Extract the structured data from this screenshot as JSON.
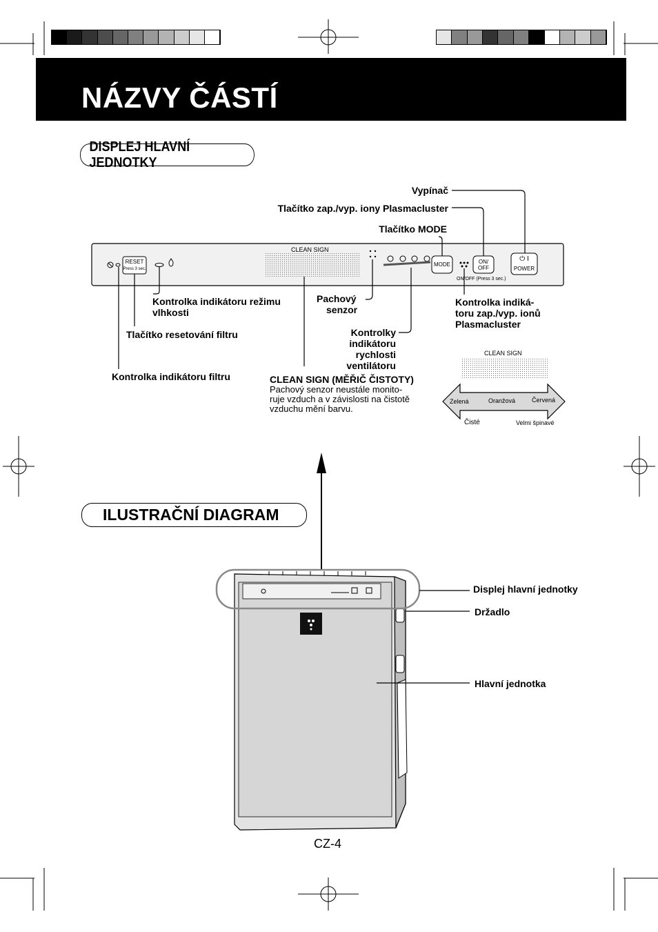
{
  "header": {
    "title": "NÁZVY ČÁSTÍ"
  },
  "sections": {
    "display": "DISPLEJ HLAVNÍ JEDNOTKY",
    "diagram": "ILUSTRAČNÍ DIAGRAM"
  },
  "panel": {
    "reset_label": "RESET",
    "reset_sub": "Press 3 sec.",
    "clean_sign": "CLEAN SIGN",
    "mode": "MODE",
    "on_off_1": "ON/",
    "on_off_2": "OFF",
    "ion_sub": "ON/OFF (Press 3 sec.)",
    "power": "POWER",
    "power_symbol": "⏻ I"
  },
  "callouts": {
    "power_switch": "Vypínač",
    "ion_button": "Tlačítko zap./vyp. iony Plasmacluster",
    "mode_button": "Tlačítko MODE",
    "humidity": "Kontrolka indikátoru režimu vlhkosti",
    "odor_sensor_1": "Pachový",
    "odor_sensor_2": "senzor",
    "filter_reset": "Tlačítko resetování filtru",
    "fan_speed": [
      "Kontrolky",
      "indikátoru",
      "rychlosti",
      "ventilátoru"
    ],
    "filter_indicator": "Kontrolka indikátoru filtru",
    "clean_sign_title": "CLEAN SIGN (MĚŘIČ ČISTOTY)",
    "clean_sign_desc": [
      "Pachový senzor neustále monito-",
      "ruje vzduch a v závislosti na čistotě",
      "vzduchu mění barvu."
    ],
    "ion_indicator": [
      "Kontrolka indiká-",
      "toru zap./vyp. ionů",
      "Plasmacluster"
    ]
  },
  "scale": {
    "title": "CLEAN SIGN",
    "green": "Zelená",
    "orange": "Oranžová",
    "red": "Červená",
    "clean": "Čisté",
    "dirty": "Velmi špinavé"
  },
  "diagram_labels": {
    "display": "Displej hlavní jednotky",
    "handle": "Držadlo",
    "main_unit": "Hlavní jednotka"
  },
  "page_number": "CZ-4",
  "colors": {
    "registration_left": [
      "#000000",
      "#1a1a1a",
      "#333333",
      "#4d4d4d",
      "#666666",
      "#808080",
      "#999999",
      "#b3b3b3",
      "#cccccc",
      "#e6e6e6",
      "#ffffff"
    ],
    "registration_right": [
      "#e6e6e6",
      "#808080",
      "#999999",
      "#333333",
      "#666666",
      "#808080",
      "#000000",
      "#ffffff",
      "#b3b3b3",
      "#cccccc",
      "#999999"
    ],
    "panel_fill": "#f1f1f1",
    "unit_fill": "#d9d9d9"
  }
}
